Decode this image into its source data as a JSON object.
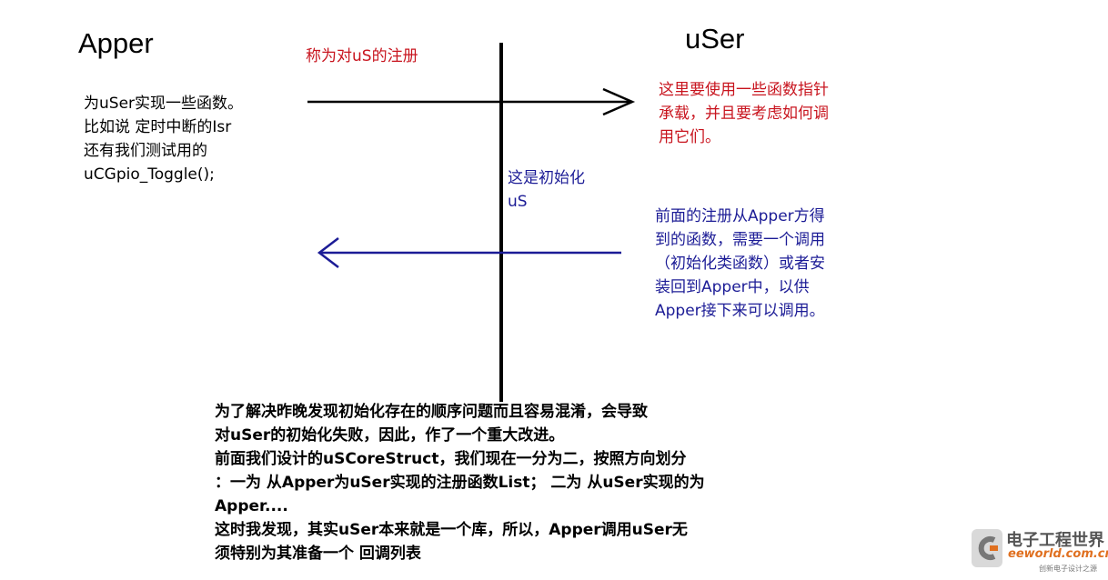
{
  "left_title": "Apper",
  "right_title": "uSer",
  "register_label": "称为对uS的注册",
  "left_note": [
    "为uSer实现一些函数。",
    "比如说 定时中断的Isr",
    "还有我们测试用的",
    "uCGpio_Toggle();"
  ],
  "right_note": [
    "这里要使用一些函数指针",
    "承载，并且要考虑如何调",
    "用它们。"
  ],
  "init_label": [
    "这是初始化",
    "uS"
  ],
  "callback_note": [
    "前面的注册从Apper方得",
    "到的函数，需要一个调用",
    "（初始化类函数）或者安",
    "装回到Apper中，以供",
    "Apper接下来可以调用。"
  ],
  "bottom_text": [
    "为了解决昨晚发现初始化存在的顺序问题而且容易混淆，会导致",
    "对uSer的初始化失败，因此，作了一个重大改进。",
    "前面我们设计的uSCoreStruct，我们现在一分为二，按照方向划分",
    "：一为 从Apper为uSer实现的注册函数List；  二为 从uSer实现的为",
    "Apper....",
    "这时我发现，其实uSer本来就是一个库，所以，Apper调用uSer无",
    "须特别为其准备一个 回调列表"
  ],
  "watermark": {
    "name": "电子工程世界",
    "site": "eeworld.com.cn",
    "tagline": "创新电子设计之源"
  },
  "colors": {
    "red_text": "#c8141e",
    "blue_text": "#1c1c96",
    "arrow_black": "#000000",
    "arrow_blue": "#1c1c96"
  }
}
